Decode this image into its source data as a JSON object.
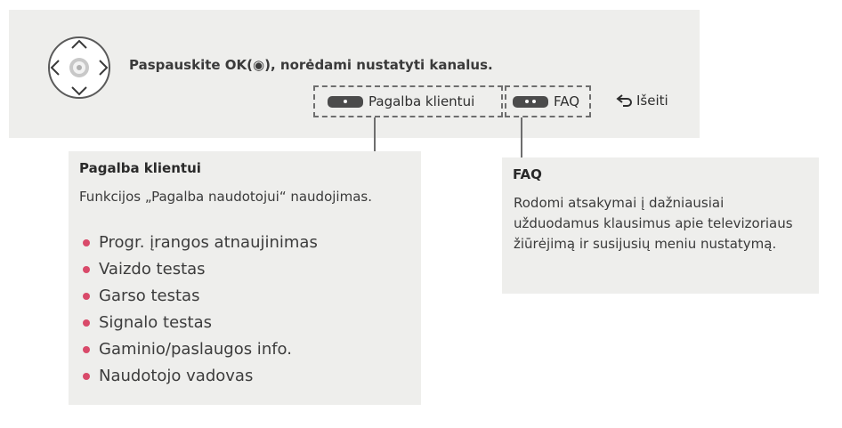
{
  "bar": {
    "prompt": "Paspauskite OK(◉), norėdami nustatyti kanalus.",
    "help_button_label": "Pagalba klientui",
    "faq_button_label": "FAQ",
    "exit_label": "Išeiti",
    "icons": {
      "dpad": "dpad-icon",
      "help_pill": "single-dot-button-icon",
      "faq_pill": "double-dot-button-icon",
      "exit": "back-arrow-icon"
    }
  },
  "help_callout": {
    "title": "Pagalba klientui",
    "description": "Funkcijos „Pagalba naudotojui“ naudojimas.",
    "items": [
      "Progr. įrangos atnaujinimas",
      "Vaizdo testas",
      "Garso testas",
      "Signalo testas",
      "Gaminio/paslaugos info.",
      "Naudotojo vadovas"
    ]
  },
  "faq_callout": {
    "title": "FAQ",
    "description": "Rodomi atsakymai į dažniausiai užduodamus klausimus apie televizoriaus žiūrėjimą ir susijusių meniu nustatymą."
  },
  "colors": {
    "panel": "#eeeeec",
    "bullet": "#d94a6a",
    "pill": "#4b4b4b",
    "dashed_border": "#6e6e6e"
  }
}
